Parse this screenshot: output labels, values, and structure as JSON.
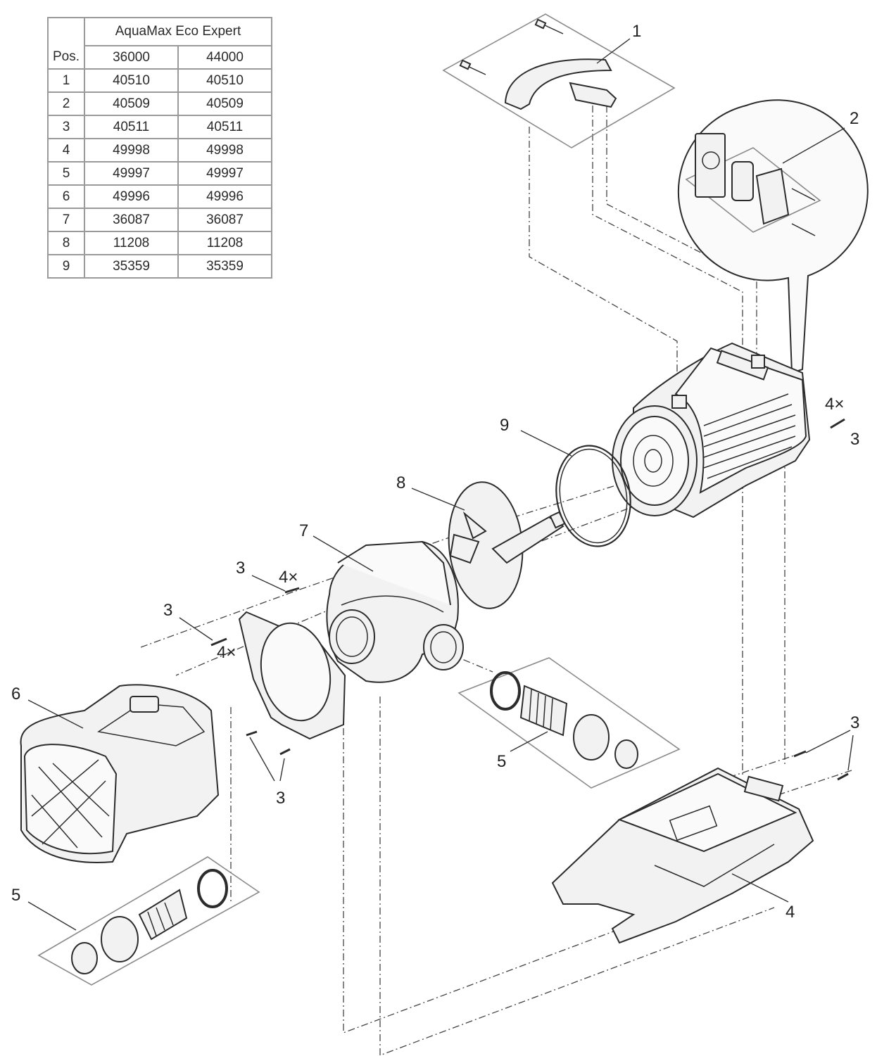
{
  "table": {
    "header_title": "AquaMax Eco Expert",
    "pos_header": "Pos.",
    "models": [
      "36000",
      "44000"
    ],
    "rows": [
      {
        "pos": "1",
        "a": "40510",
        "b": "40510"
      },
      {
        "pos": "2",
        "a": "40509",
        "b": "40509"
      },
      {
        "pos": "3",
        "a": "40511",
        "b": "40511"
      },
      {
        "pos": "4",
        "a": "49998",
        "b": "49998"
      },
      {
        "pos": "5",
        "a": "49997",
        "b": "49997"
      },
      {
        "pos": "6",
        "a": "49996",
        "b": "49996"
      },
      {
        "pos": "7",
        "a": "36087",
        "b": "36087"
      },
      {
        "pos": "8",
        "a": "11208",
        "b": "11208"
      },
      {
        "pos": "9",
        "a": "35359",
        "b": "35359"
      }
    ]
  },
  "callouts": {
    "handle": "1",
    "connector": "2",
    "screw_motor": "3",
    "screw_motor_qty": "4×",
    "screw_flange_top": "3",
    "screw_flange_top_qty": "4×",
    "screw_flange_left": "3",
    "screw_flange_left_qty": "4×",
    "screw_flange_bottom": "3",
    "screw_base": "3",
    "base": "4",
    "hose_kit_right": "5",
    "hose_kit_left": "5",
    "filter_cage": "6",
    "pump_housing": "7",
    "rotor": "8",
    "o_ring": "9"
  }
}
